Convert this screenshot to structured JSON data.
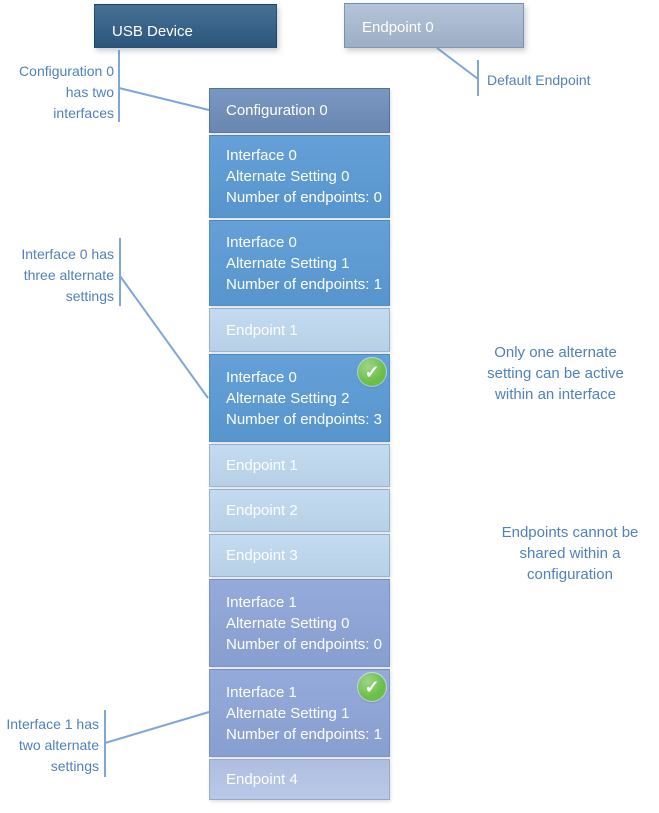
{
  "colors": {
    "usb_device": "#31608a",
    "endpoint0_fill": "#a9bcd4",
    "configuration": "#6e8fbc",
    "interface0": "#5b9bd5",
    "endpoint_light": "#bdd7ee",
    "interface1": "#8da5d8",
    "endpoint4": "#b4c4e6",
    "check_green": "#6abf48",
    "annotation_text": "#4f81bd",
    "leader_line": "#7da6d9"
  },
  "icons": {
    "active_check": "✓"
  },
  "top": {
    "usb_device_label": "USB Device",
    "endpoint0_label": "Endpoint 0"
  },
  "stack": [
    {
      "variant": "configuration",
      "lines": [
        "Configuration 0"
      ],
      "checked": false
    },
    {
      "variant": "interface0",
      "lines": [
        "Interface 0",
        "Alternate Setting 0",
        "Number of endpoints: 0"
      ],
      "checked": false
    },
    {
      "variant": "interface0",
      "lines": [
        "Interface 0",
        "Alternate Setting 1",
        "Number of endpoints: 1"
      ],
      "checked": false
    },
    {
      "variant": "endpoint-light",
      "lines": [
        "Endpoint 1"
      ],
      "checked": false
    },
    {
      "variant": "interface0",
      "lines": [
        "Interface 0",
        "Alternate Setting 2",
        "Number of endpoints: 3"
      ],
      "checked": true
    },
    {
      "variant": "endpoint-light",
      "lines": [
        "Endpoint 1"
      ],
      "checked": false
    },
    {
      "variant": "endpoint-light",
      "lines": [
        "Endpoint 2"
      ],
      "checked": false
    },
    {
      "variant": "endpoint-light",
      "lines": [
        "Endpoint 3"
      ],
      "checked": false
    },
    {
      "variant": "interface1",
      "lines": [
        "Interface 1",
        "Alternate Setting 0",
        "Number of endpoints: 0"
      ],
      "checked": false
    },
    {
      "variant": "interface1",
      "lines": [
        "Interface 1",
        "Alternate Setting 1",
        "Number of endpoints: 1"
      ],
      "checked": true
    },
    {
      "variant": "endpoint4",
      "lines": [
        "Endpoint 4"
      ],
      "checked": false
    }
  ],
  "annotations": {
    "config_note": [
      "Configuration 0",
      "has two",
      "interfaces"
    ],
    "default_endpoint": "Default Endpoint",
    "if0_note": [
      "Interface 0 has",
      "three alternate",
      "settings"
    ],
    "only_one": [
      "Only one alternate",
      "setting can be active",
      "within an interface"
    ],
    "endpoints_note": [
      "Endpoints cannot be",
      "shared within a",
      "configuration"
    ],
    "if1_note": [
      "Interface 1 has",
      "two alternate",
      "settings"
    ]
  }
}
